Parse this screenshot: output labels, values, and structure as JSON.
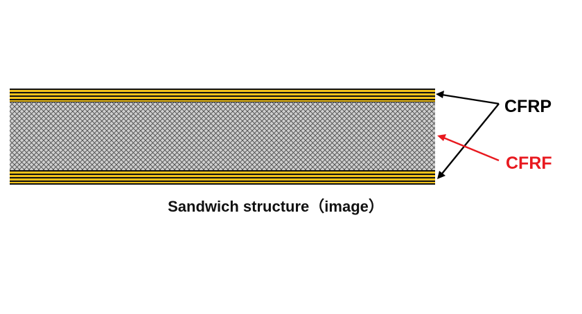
{
  "diagram": {
    "labels": {
      "cfrp": "CFRP",
      "cfrf": "CFRF"
    },
    "caption": "Sandwich structure（image）",
    "colors": {
      "skin_stripe": "#f2c21a",
      "skin_dark": "#111111",
      "core_fill": "#cfcfcf",
      "core_hatch": "#4a4a4a",
      "cfrp_label": "#000000",
      "cfrf_label": "#e8191f",
      "cfrp_arrow": "#000000",
      "cfrf_arrow": "#e8191f"
    },
    "layers": [
      {
        "name": "top-skin",
        "material": "CFRP"
      },
      {
        "name": "core",
        "material": "CFRF"
      },
      {
        "name": "bottom-skin",
        "material": "CFRP"
      }
    ]
  }
}
